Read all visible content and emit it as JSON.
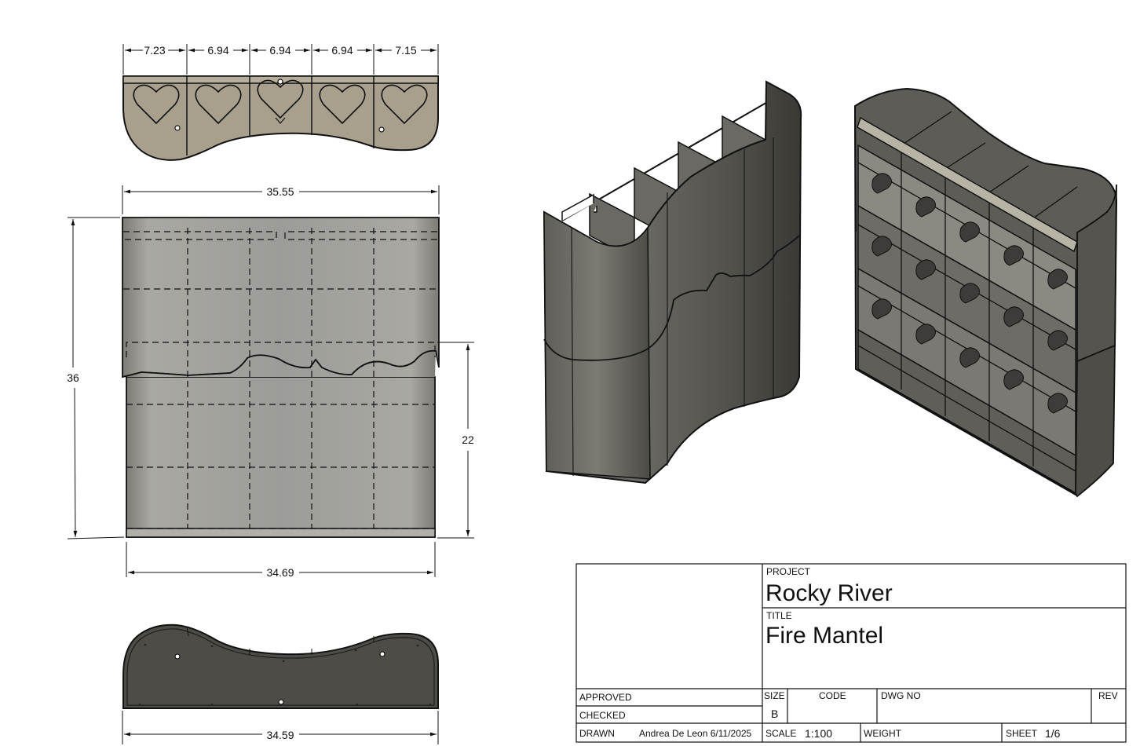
{
  "top_view": {
    "dims": [
      "7.23",
      "6.94",
      "6.94",
      "6.94",
      "7.15"
    ]
  },
  "front_view": {
    "width_top": "35.55",
    "height": "36",
    "lower_height": "22",
    "width_bottom": "34.69"
  },
  "bottom_view": {
    "width": "34.59"
  },
  "title_block": {
    "project_label": "PROJECT",
    "project": "Rocky River",
    "title_label": "TITLE",
    "title": "Fire Mantel",
    "approved_label": "APPROVED",
    "checked_label": "CHECKED",
    "drawn_label": "DRAWN",
    "drawn_by": "Andrea De Leon 6/11/2025",
    "size_label": "SIZE",
    "size": "B",
    "code_label": "CODE",
    "dwg_no_label": "DWG NO",
    "rev_label": "REV",
    "scale_label": "SCALE",
    "scale": "1:100",
    "weight_label": "WEIGHT",
    "sheet_label": "SHEET",
    "sheet": "1/6"
  },
  "colors": {
    "line": "#111111",
    "sheet_metal": "#8e8a80",
    "dark_metal": "#4f4e49",
    "light_metal": "#a6a398"
  }
}
